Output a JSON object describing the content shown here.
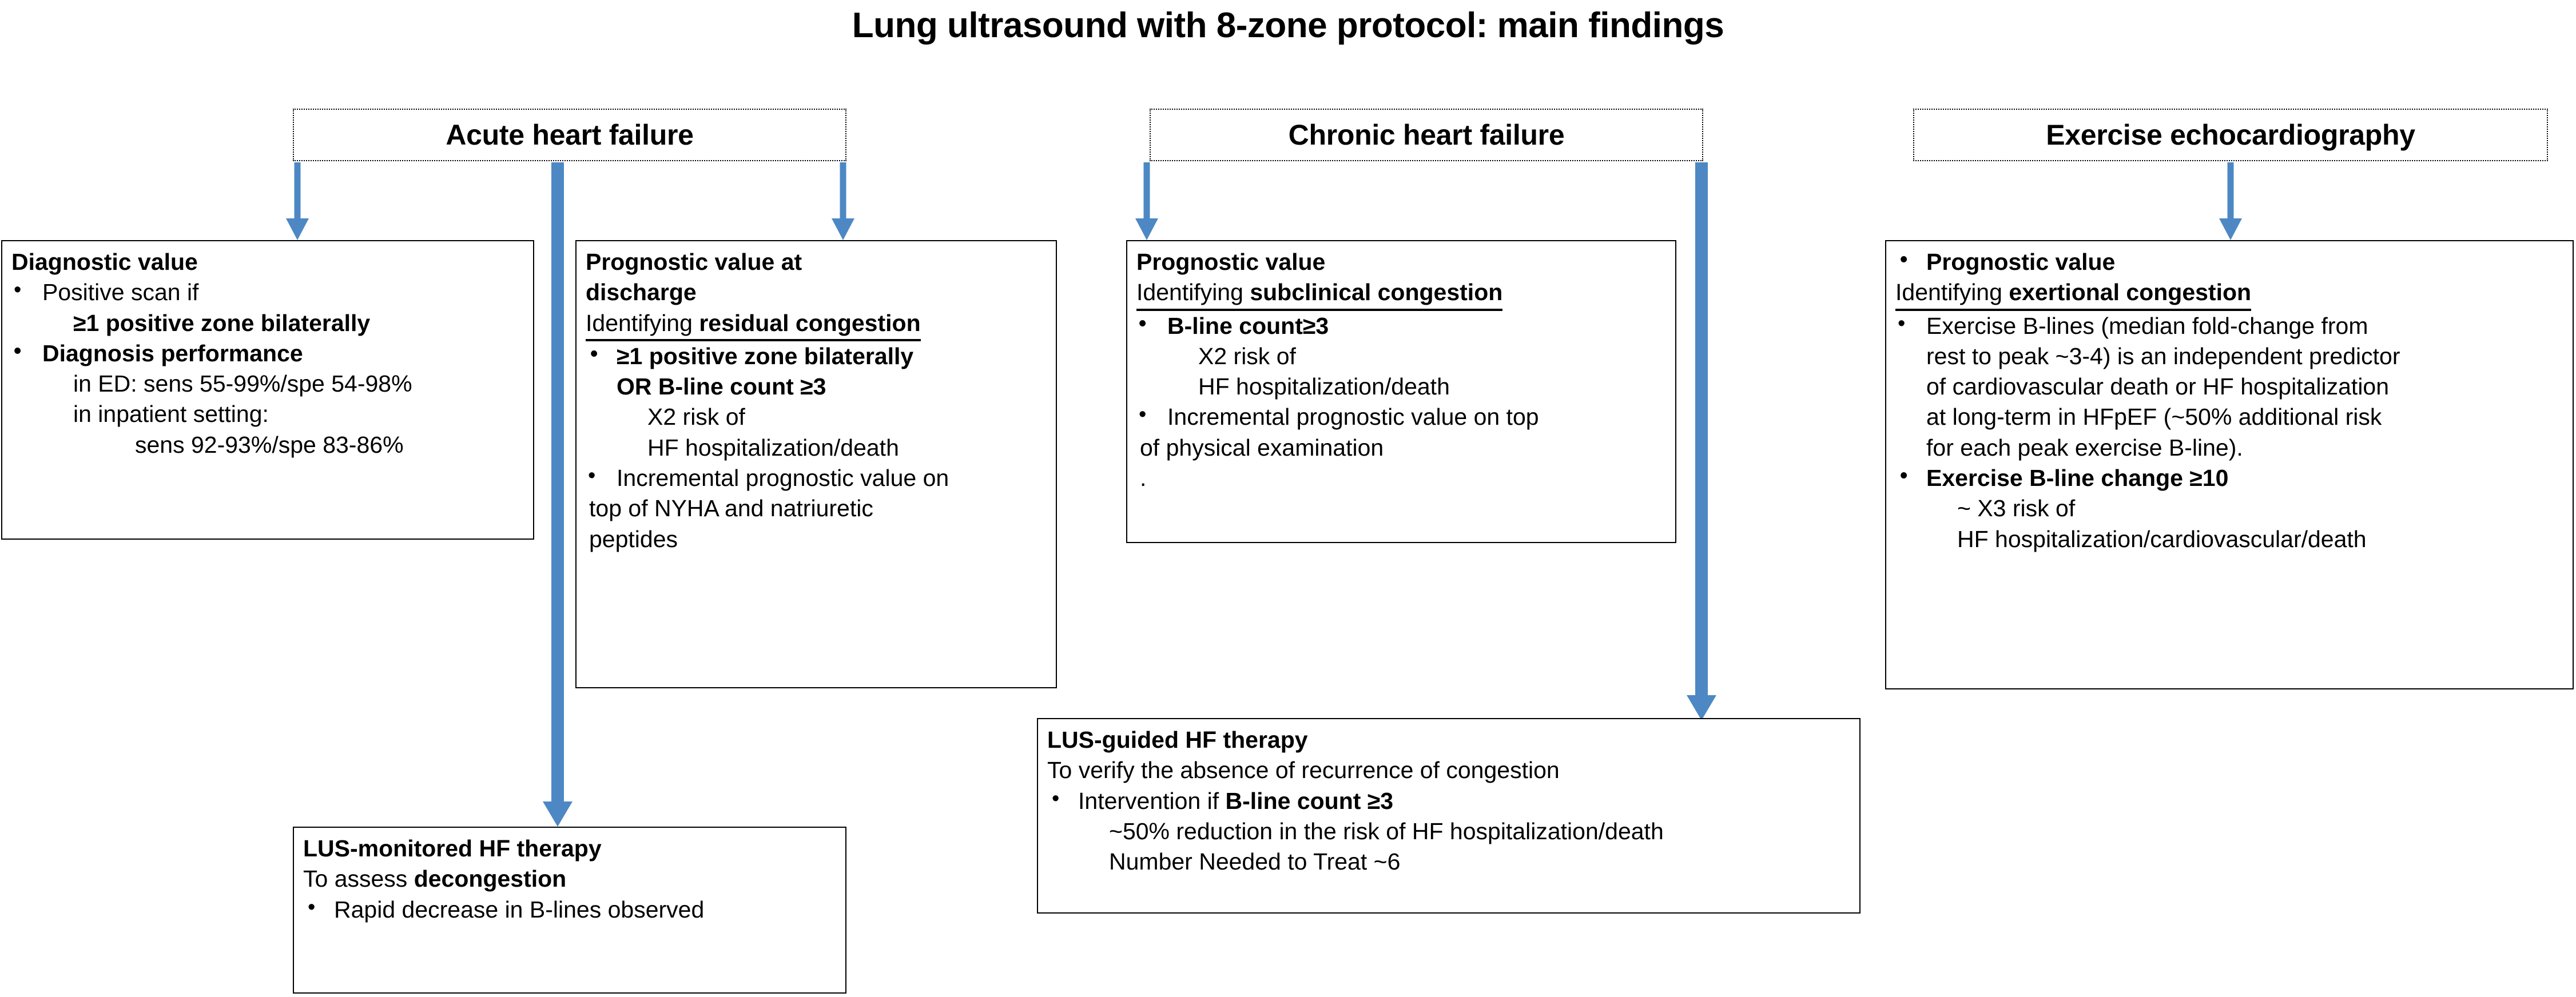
{
  "title": "Lung ultrasound with 8-zone protocol: main findings",
  "accent_color": "#4D88C4",
  "columns": {
    "acute": {
      "header": "Acute heart failure"
    },
    "chronic": {
      "header": "Chronic heart failure"
    },
    "exercise": {
      "header": "Exercise echocardiography"
    }
  },
  "boxes": {
    "diagnostic_value": {
      "heading": "Diagnostic value",
      "b1": "Positive scan if",
      "b1_sub": "≥1 positive zone bilaterally",
      "b2": "Diagnosis performance",
      "b2_sub1": "in ED: sens 55-99%/spe 54-98%",
      "b2_sub2": "in inpatient setting:",
      "b2_sub3": "sens 92-93%/spe 83-86%"
    },
    "prognostic_discharge": {
      "heading_l1": "Prognostic value at",
      "heading_l2": "discharge",
      "subhead_plain": "Identifying",
      "subhead_bold": "residual congestion",
      "b1_l1": "≥1 positive zone bilaterally",
      "b1_l2": "OR B-line count ≥3",
      "b1_sub1": "X2 risk of",
      "b1_sub2": "HF hospitalization/death",
      "b2_l1": "Incremental prognostic value on",
      "b2_l2": "top of NYHA and natriuretic",
      "b2_l3": "peptides"
    },
    "prognostic_chronic": {
      "heading": "Prognostic value",
      "subhead_plain": "Identifying",
      "subhead_bold": "subclinical congestion",
      "b1": "B-line count≥3",
      "b1_sub1": "X2 risk of",
      "b1_sub2": "HF hospitalization/death",
      "b2_l1": "Incremental prognostic value on top",
      "b2_l2": "of physical examination",
      "stray": "."
    },
    "prognostic_exercise": {
      "b0": "Prognostic value",
      "subhead_plain": "Identifying",
      "subhead_bold": "exertional congestion",
      "b1_l1": "Exercise B-lines (median fold-change from",
      "b1_l2": "rest to peak ~3-4) is an independent predictor",
      "b1_l3": "of cardiovascular death or HF hospitalization",
      "b1_l4": "at long-term in HFpEF (~50% additional risk",
      "b1_l5": "for each peak exercise B-line).",
      "b2": "Exercise B-line change ≥10",
      "b2_sub1": "~ X3 risk of",
      "b2_sub2": "HF hospitalization/cardiovascular/death"
    },
    "lus_monitored": {
      "heading": "LUS-monitored HF therapy",
      "line2_plain": "To assess ",
      "line2_bold": "decongestion",
      "b1": "Rapid decrease in B-lines observed"
    },
    "lus_guided": {
      "heading": "LUS-guided HF therapy",
      "line2": "To verify the absence of recurrence of congestion",
      "b1_plain": "Intervention if ",
      "b1_bold": "B-line count ≥3",
      "b1_sub1": "~50% reduction in the risk of HF hospitalization/death",
      "b1_sub2": "Number Needed to Treat ~6"
    }
  },
  "arrows": [
    {
      "name": "arrow-acute-to-diagnostic"
    },
    {
      "name": "arrow-acute-to-lus-monitored"
    },
    {
      "name": "arrow-acute-to-prognostic-discharge"
    },
    {
      "name": "arrow-chronic-to-prognostic"
    },
    {
      "name": "arrow-chronic-to-lus-guided"
    },
    {
      "name": "arrow-exercise-to-prognostic"
    }
  ]
}
